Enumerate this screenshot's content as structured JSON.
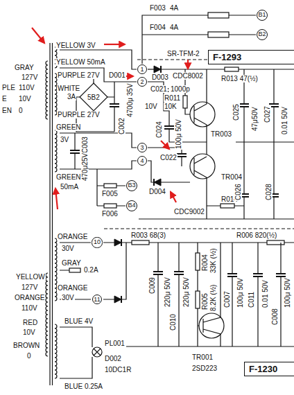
{
  "diagram": {
    "nodes": [
      {
        "text": [
          "F-1293"
        ]
      },
      {
        "text": [
          "B1"
        ]
      },
      {
        "text": [
          "B2"
        ]
      },
      {
        "text": [
          "1"
        ]
      },
      {
        "text": [
          "2"
        ]
      },
      {
        "text": [
          "3"
        ]
      },
      {
        "text": [
          "4"
        ]
      },
      {
        "text": [
          "B3"
        ]
      },
      {
        "text": [
          "B4"
        ]
      },
      {
        "text": [
          "10"
        ]
      },
      {
        "text": [
          "11"
        ]
      },
      {
        "text": [
          "F-1230"
        ]
      }
    ],
    "labels": [
      "F003",
      "4A",
      "F004",
      "4A",
      "YELLOW 3V",
      "YELLOW 50mA",
      "SR-TFM-2",
      "D003",
      "CDC8002",
      "C021",
      "1000p",
      "10V",
      "R011",
      "10K",
      "R013 47(½)",
      "TR003",
      "C025",
      "47μ50V",
      "C027",
      "0.01 50V",
      "C024",
      "100μ 50V",
      "PURPLE 27V",
      "WHITE",
      "3A",
      "D001",
      "5B2",
      "PURPLE 27V",
      "C002",
      "4700μ 35V",
      "GREEN",
      "3V",
      "GREEN",
      "50mA",
      "C003",
      "470μ25V",
      "F005",
      "F006",
      "C022",
      "TR004",
      "R014",
      "CDC9002",
      "D004",
      "C026",
      "C028",
      "GRAY",
      "127V",
      "PLE",
      "110V",
      "E",
      "10V",
      "EN",
      "0",
      "ORANGE",
      "30V",
      "GRAY",
      "0.2A",
      "ORANGE",
      "30V",
      "YELLOW",
      "127V",
      "ORANGE",
      "110V",
      "RED",
      "10V",
      "BROWN",
      "0",
      "BLUE 4V",
      "BLUE 0.25A",
      "PL001",
      "R003 68(3)",
      "C009",
      "220μ 50V",
      "C010",
      "220μ 50V",
      "R004",
      "33K (½)",
      "R005",
      "8.2K (½)",
      "C007",
      "100μ 50V",
      "C011",
      "0.01 50V",
      "C008",
      "100μ 50V",
      "R006 820(½)",
      "D002",
      "10DC1R",
      "TR001",
      "2SD223"
    ]
  }
}
